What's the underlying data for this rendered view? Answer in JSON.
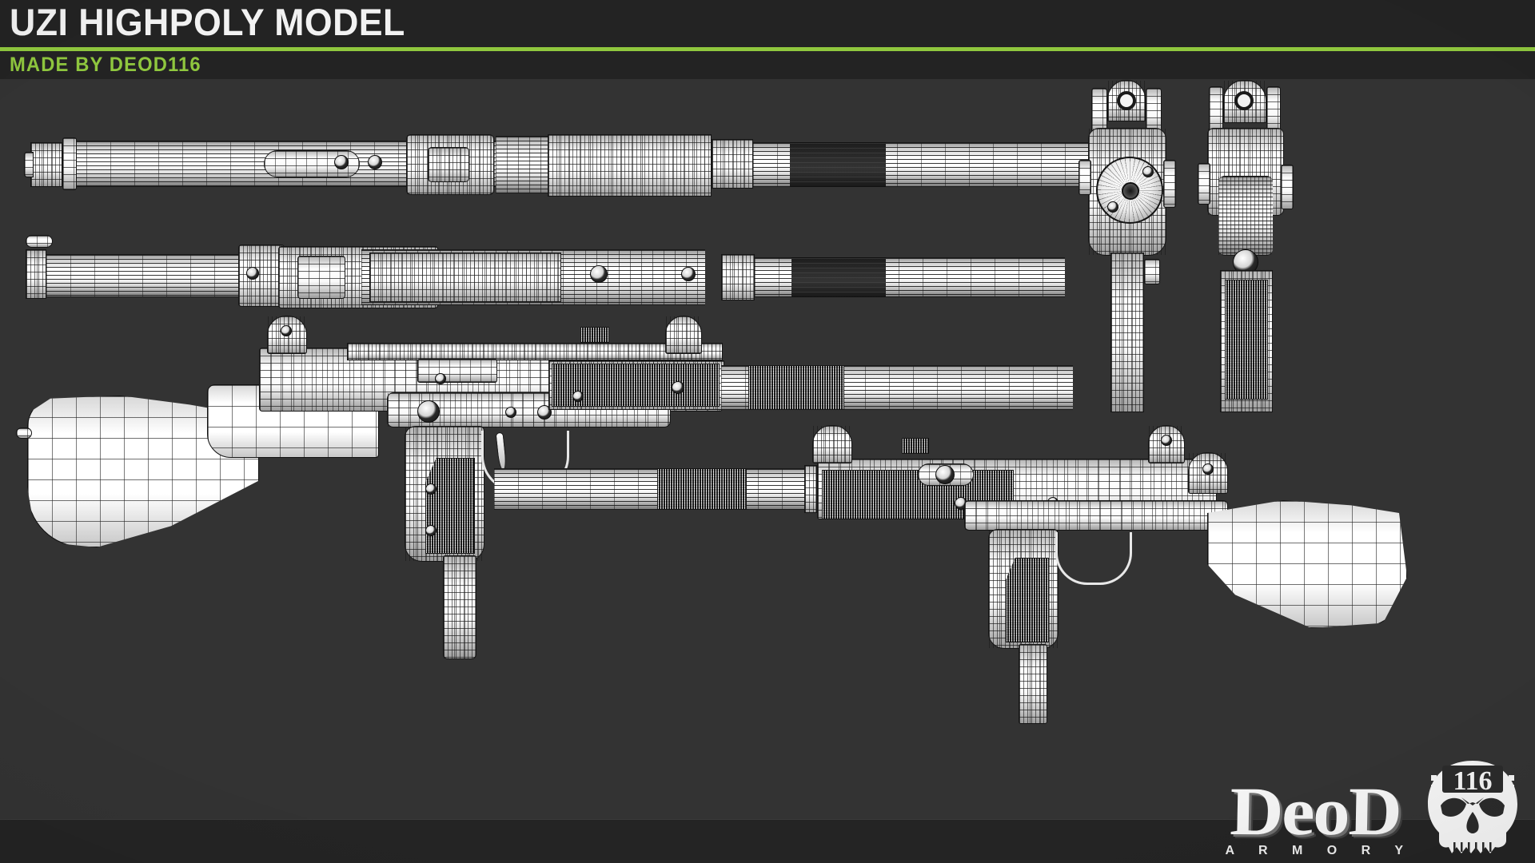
{
  "header": {
    "title": "UZI HIGHPOLY MODEL",
    "subtitle": "MADE BY DEOD116",
    "accent_color": "#8fc73e",
    "band_color": "#232323",
    "title_color": "#f2f2f2"
  },
  "canvas": {
    "background_color": "#333333",
    "floor_band_color": "#242424",
    "wireframe_color": "#1a1a1a",
    "surface_color": "#ffffff"
  },
  "logo": {
    "wordmark": "DeoD",
    "tagline": "A R M O R Y",
    "badge_number": "116",
    "icon": "skull-icon",
    "color": "#f4f4f4"
  },
  "views": [
    {
      "id": "view-top-ortho",
      "name": "top-orthographic-wireframe",
      "description": "UZI top view with suppressor",
      "label": ""
    },
    {
      "id": "view-bottom-ortho",
      "name": "bottom-orthographic-wireframe",
      "description": "UZI bottom view with suppressor",
      "label": ""
    },
    {
      "id": "view-left-profile",
      "name": "left-side-profile-wireframe",
      "description": "UZI left profile with wooden stock, grip, magazine and suppressor",
      "label": ""
    },
    {
      "id": "view-right-profile",
      "name": "right-side-profile-wireframe",
      "description": "UZI right profile with wooden stock, grip and suppressor",
      "label": ""
    },
    {
      "id": "view-front-muzzle",
      "name": "front-muzzle-wireframe",
      "description": "Front view looking down the suppressor with front sight post",
      "label": ""
    },
    {
      "id": "view-rear-sight",
      "name": "rear-view-wireframe",
      "description": "Rear view showing charging handle and rear sight",
      "label": ""
    }
  ]
}
